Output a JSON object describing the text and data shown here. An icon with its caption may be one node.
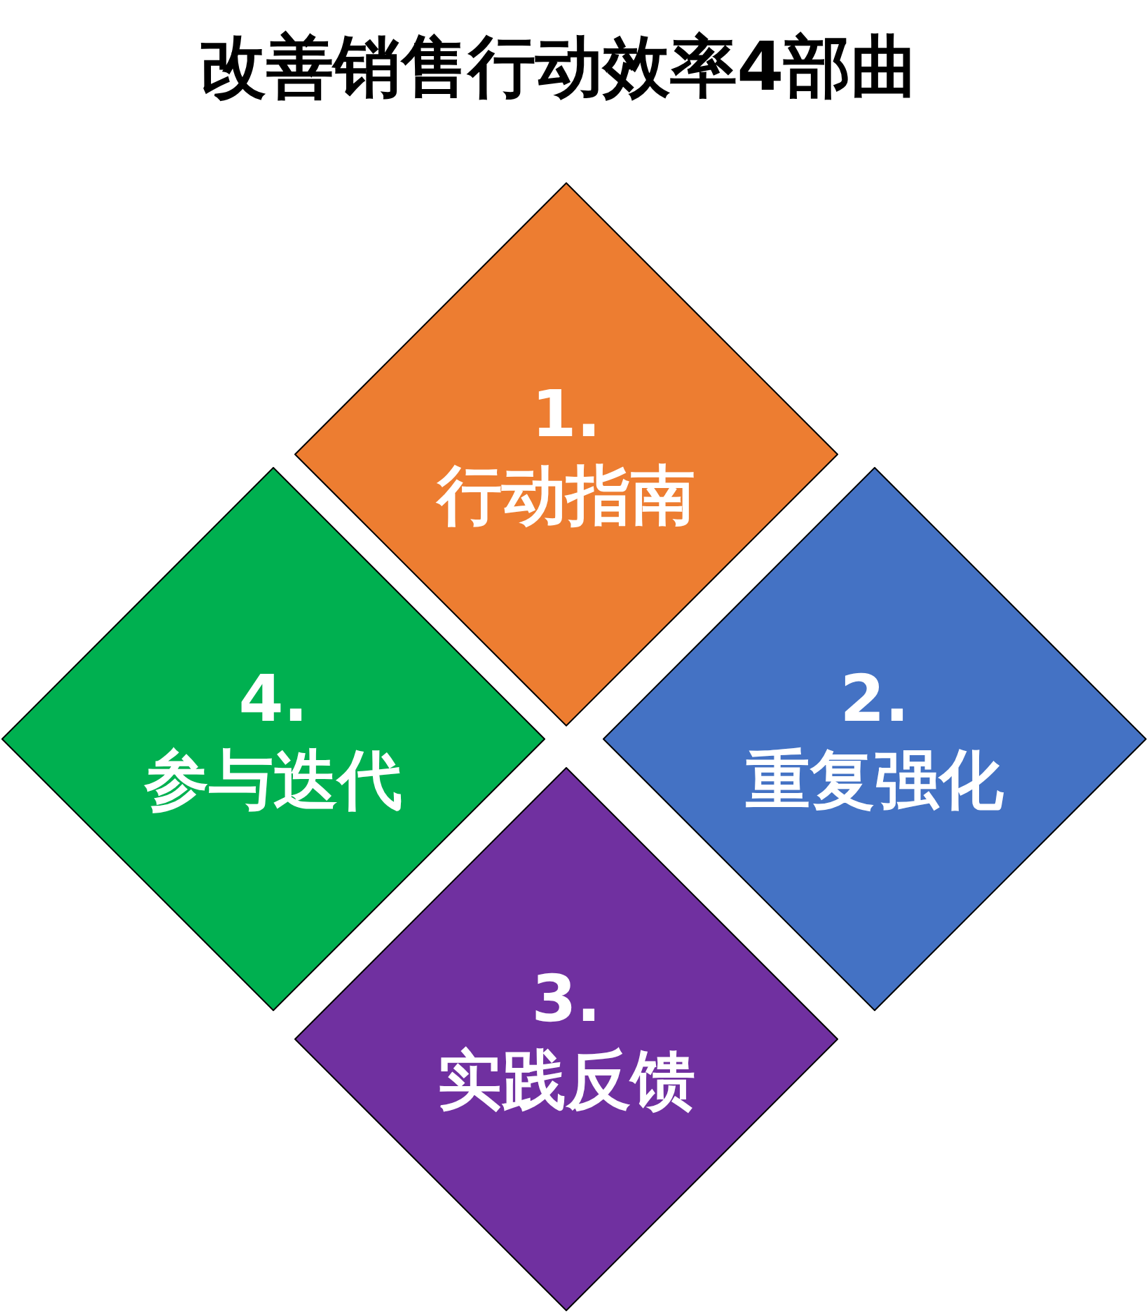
{
  "diagram": {
    "title": "改善销售行动效率4部曲",
    "nodes": [
      {
        "text": [
          "1.",
          "行动指南"
        ]
      },
      {
        "text": [
          "2.",
          "重复强化"
        ]
      },
      {
        "text": [
          "3.",
          "实践反馈"
        ]
      },
      {
        "text": [
          "4.",
          "参与迭代"
        ]
      }
    ]
  }
}
